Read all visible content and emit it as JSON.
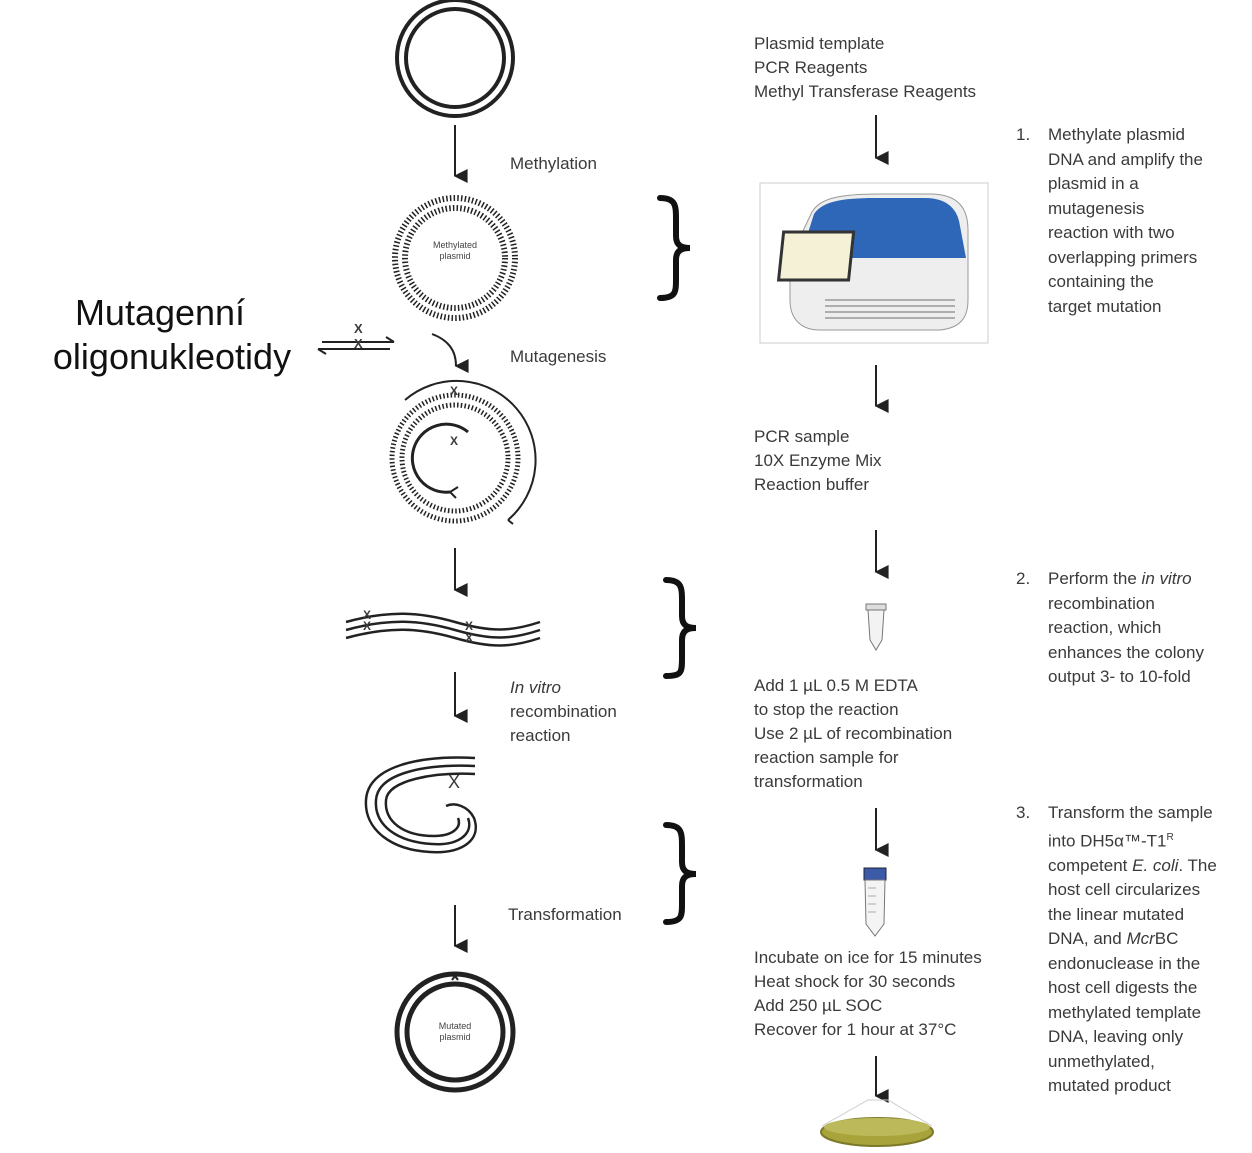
{
  "main_label": {
    "line1": "Mutagenní",
    "line2": "oligonukleotidy"
  },
  "stages": {
    "methylation": "Methylation",
    "methylated_plasmid_line1": "Methylated",
    "methylated_plasmid_line2": "plasmid",
    "mutagenesis": "Mutagenesis",
    "in_vitro": "In vitro",
    "recombination": "recombination",
    "reaction": "reaction",
    "transformation": "Transformation",
    "mutated_plasmid_line1": "Mutated",
    "mutated_plasmid_line2": "plasmid",
    "mutation_mark": "X"
  },
  "reagents_1": [
    "Plasmid template",
    "PCR Reagents",
    "Methyl Transferase Reagents"
  ],
  "reagents_2": [
    "PCR sample",
    "10X Enzyme Mix",
    "Reaction buffer"
  ],
  "reagents_3": [
    "Add 1 µL 0.5 M EDTA",
    "to stop the reaction",
    "Use 2 µL of recombination",
    "reaction sample for",
    "transformation"
  ],
  "reagents_4": [
    "Incubate on ice for 15 minutes",
    "Heat shock for 30 seconds",
    "Add 250 µL SOC",
    "Recover for 1 hour at 37°C"
  ],
  "steps": {
    "s1_num": "1.",
    "s1_lines": [
      "Methylate plasmid",
      "DNA and amplify the",
      "plasmid in a",
      "mutagenesis",
      "reaction with two",
      "overlapping primers",
      "containing the",
      "target mutation"
    ],
    "s2_num": "2.",
    "s2_l1_pre": "Perform the ",
    "s2_l1_it": "in vitro",
    "s2_lines": [
      "recombination",
      "reaction, which",
      "enhances the colony",
      "output 3- to 10-fold"
    ],
    "s3_num": "3.",
    "s3_l1": "Transform the sample",
    "s3_l2_pre": "into DH5α™-T1",
    "s3_l2_sup": "R",
    "s3_l3_pre": "competent ",
    "s3_l3_it": "E. coli",
    "s3_l3_post": ". The",
    "s3_l4": "host cell circularizes",
    "s3_l5": "the linear mutated",
    "s3_l6_pre": "DNA, and ",
    "s3_l6_it": "Mcr",
    "s3_l6_post": "BC",
    "s3_lines_rest": [
      "endonuclease in the",
      "host cell digests the",
      "methylated template",
      "DNA, leaving only",
      "unmethylated,",
      "mutated product"
    ]
  },
  "colors": {
    "line": "#333333",
    "cycler_blue": "#2f67b8",
    "plate_fill": "#a8a33a"
  }
}
